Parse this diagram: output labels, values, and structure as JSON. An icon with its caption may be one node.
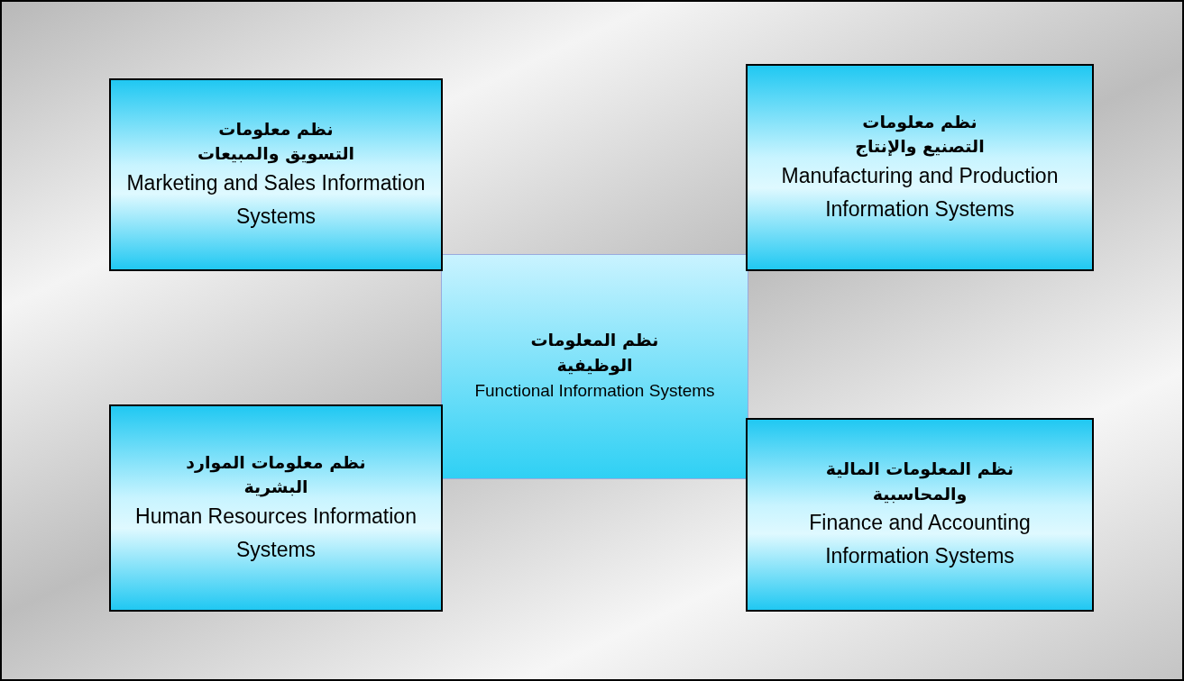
{
  "diagram": {
    "nodes": [
      {
        "text": [
          "نظم معلومات التسويق والمبيعات",
          "Marketing and Sales Information Systems"
        ]
      },
      {
        "text": [
          "نظم معلومات التصنيع والإنتاج",
          "Manufacturing and Production Information Systems"
        ]
      },
      {
        "text": [
          "نظم المعلومات الوظيفية",
          "Functional Information Systems"
        ]
      },
      {
        "text": [
          "نظم معلومات الموارد البشرية",
          "Human Resources Information Systems"
        ]
      },
      {
        "text": [
          "نظم المعلومات المالية والمحاسبية",
          "Finance and Accounting Information Systems"
        ]
      }
    ]
  }
}
